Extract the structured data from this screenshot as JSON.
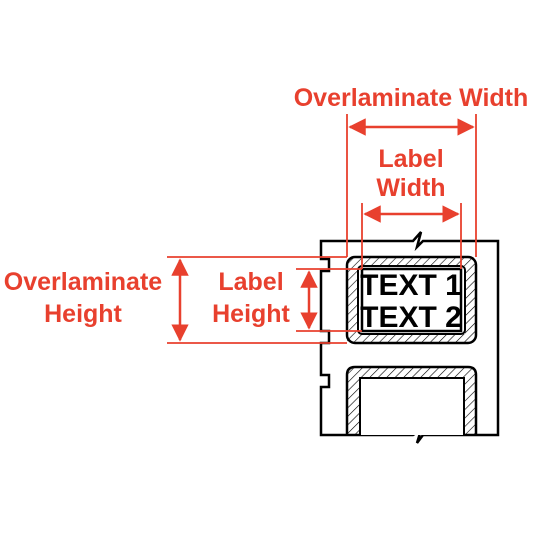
{
  "colors": {
    "dimension": "#e8402e",
    "outline": "#000000",
    "background": "#ffffff"
  },
  "dimensions": {
    "overlaminate_width": "Overlaminate Width",
    "label_width": {
      "line1": "Label",
      "line2": "Width"
    },
    "overlaminate_height": {
      "line1": "Overlaminate",
      "line2": "Height"
    },
    "label_height": {
      "line1": "Label",
      "line2": "Height"
    }
  },
  "label": {
    "line1": "TEXT 1",
    "line2": "TEXT 2"
  }
}
